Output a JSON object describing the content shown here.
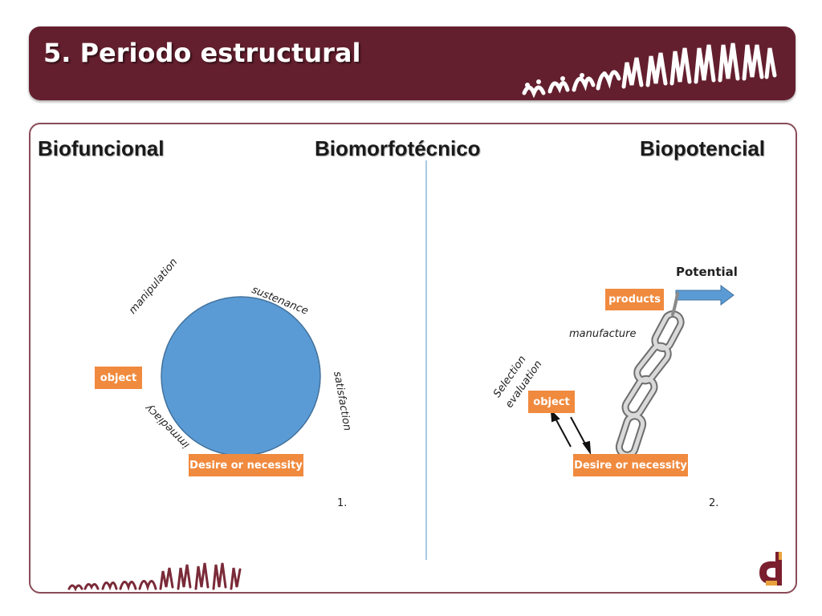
{
  "slide": {
    "title": "5. Periodo estructural"
  },
  "sections": {
    "left": "Biofuncional",
    "center": "Biomorfotécnico",
    "right": "Biopotencial"
  },
  "diagram1": {
    "number": "1.",
    "object": "object",
    "need": "Desire or necessity",
    "labels": {
      "manipulation": "manipulation",
      "sustenance": "sustenance",
      "satisfaction": "satisfaction",
      "immediacy": "immediacy"
    },
    "circle_color": "#5b9bd5"
  },
  "diagram2": {
    "number": "2.",
    "potential": "Potential",
    "products": "products",
    "manufacture": "manufacture",
    "selection": "Selection",
    "evaluation": "evaluation",
    "object": "object",
    "need": "Desire or necessity",
    "arrow_color": "#5b9bd5"
  },
  "colors": {
    "header_bg": "#641f2e",
    "box_bg": "#f08a3e",
    "panel_border": "#8a4b57"
  }
}
